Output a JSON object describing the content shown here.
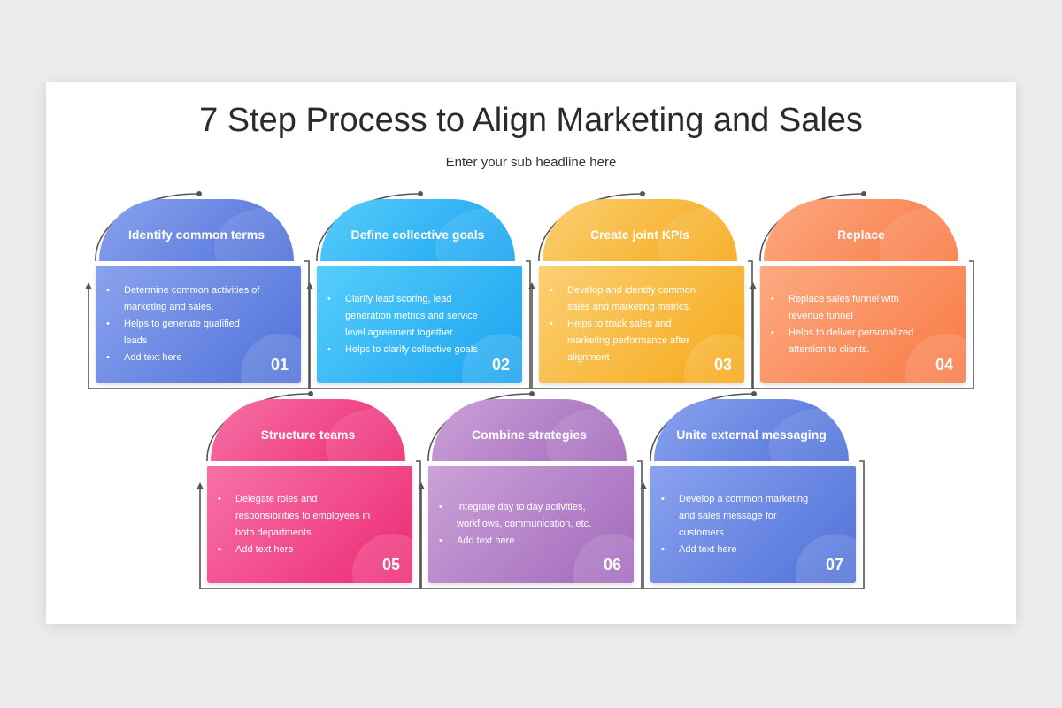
{
  "page": {
    "title": "7 Step Process to Align Marketing and Sales",
    "subtitle": "Enter your sub headline here"
  },
  "steps": [
    {
      "title": "Identify common terms",
      "number": "01",
      "bullets": [
        "Determine common activities of marketing and sales.",
        "Helps to generate qualified leads",
        "Add text here"
      ],
      "color_light": "#8aa3ee",
      "color_dark": "#4f71d9"
    },
    {
      "title": "Define collective goals",
      "number": "02",
      "bullets": [
        "Clarify lead scoring, lead generation metrics and service level agreement together",
        "Helps to clarify collective goals"
      ],
      "color_light": "#56cdfb",
      "color_dark": "#1aa3f0"
    },
    {
      "title": "Create joint KPIs",
      "number": "03",
      "bullets": [
        "Develop and identify common sales and marketing metrics.",
        "Helps to track sales and marketing performance after alignment"
      ],
      "color_light": "#fbd074",
      "color_dark": "#f5a817"
    },
    {
      "title": "Replace",
      "number": "04",
      "bullets": [
        "Replace sales funnel with revenue funnel",
        "Helps to deliver personalized attention to clients."
      ],
      "color_light": "#fca981",
      "color_dark": "#f97a45"
    },
    {
      "title": "Structure teams",
      "number": "05",
      "bullets": [
        "Delegate roles and responsibilities to employees in both departments",
        "Add text here"
      ],
      "color_light": "#f772a6",
      "color_dark": "#ec2a74"
    },
    {
      "title": "Combine strategies",
      "number": "06",
      "bullets": [
        "Integrate day to day activities, workflows, communication, etc.",
        "Add text here"
      ],
      "color_light": "#cba2d8",
      "color_dark": "#a268bc"
    },
    {
      "title": "Unite external messaging",
      "number": "07",
      "bullets": [
        "Develop a common marketing and sales message for customers",
        "Add text here"
      ],
      "color_light": "#8aa3ee",
      "color_dark": "#4f71d9"
    }
  ]
}
